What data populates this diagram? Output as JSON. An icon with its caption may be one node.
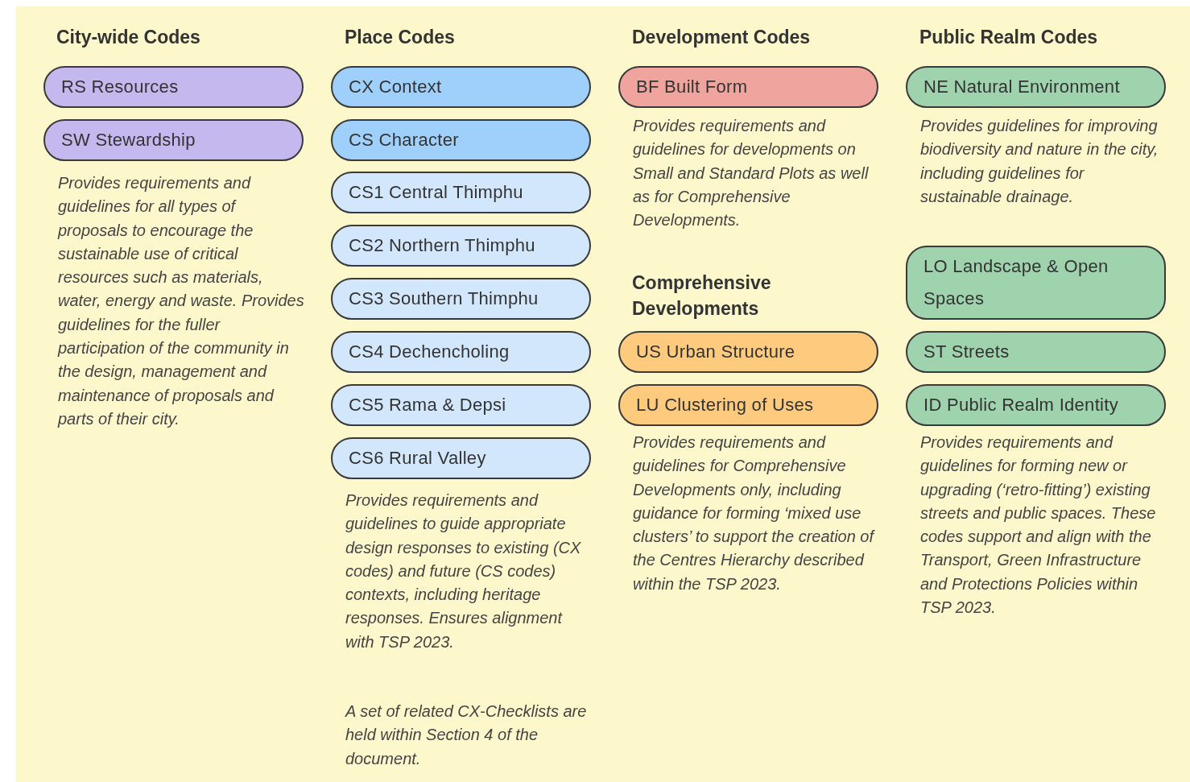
{
  "diagram": {
    "nodes": [
      {
        "text": [
          "RS Resources"
        ]
      },
      {
        "text": [
          "SW Stewardship"
        ]
      },
      {
        "text": [
          "CX Context"
        ]
      },
      {
        "text": [
          "CS Character"
        ]
      },
      {
        "text": [
          "CS1 Central Thimphu"
        ]
      },
      {
        "text": [
          "CS2 Northern Thimphu"
        ]
      },
      {
        "text": [
          "CS3 Southern Thimphu"
        ]
      },
      {
        "text": [
          "CS4 Dechencholing"
        ]
      },
      {
        "text": [
          "CS5 Rama & Depsi"
        ]
      },
      {
        "text": [
          "CS6 Rural Valley"
        ]
      },
      {
        "text": [
          "BF Built Form"
        ]
      },
      {
        "text": [
          "US Urban Structure"
        ]
      },
      {
        "text": [
          "LU Clustering of Uses"
        ]
      },
      {
        "text": [
          "NE Natural Environment"
        ]
      },
      {
        "text": [
          "LO Landscape & Open Spaces"
        ]
      },
      {
        "text": [
          "ST Streets"
        ]
      },
      {
        "text": [
          "ID Public Realm Identity"
        ]
      }
    ],
    "labels": [
      "City-wide Codes",
      "Place Codes",
      "Development Codes",
      "Public Realm Codes",
      "Provides guidelines for improving biodiversity and nature in the city, including guidelines for sustainable drainage.",
      "Provides requirements and guidelines for developments on Small and Standard Plots as well as for Comprehensive Developments.",
      "Provides requirements and guidelines for all types of proposals to encourage the sustainable use of critical resources such as materials, water, energy and waste. Provides guidelines for the fuller participation of the community in the design, management and maintenance of proposals and parts of their city.",
      "Comprehensive Developments",
      "Provides requirements and guidelines for Comprehensive Developments only, including guidance for forming ‘mixed use clusters’ to support the creation of the Centres Hierarchy described within the TSP 2023.",
      "Provides requirements and guidelines for forming new or upgrading (‘retro-fitting’) existing streets and public spaces. These codes support and align with the Transport, Green Infrastructure and Protections Policies within TSP 2023.",
      "Provides requirements and guidelines to guide appropriate design responses to existing (CX codes) and future (CS codes) contexts, including heritage responses. Ensures alignment with TSP 2023.",
      "A set of related CX-Checklists are held within Section 4 of the document."
    ]
  }
}
